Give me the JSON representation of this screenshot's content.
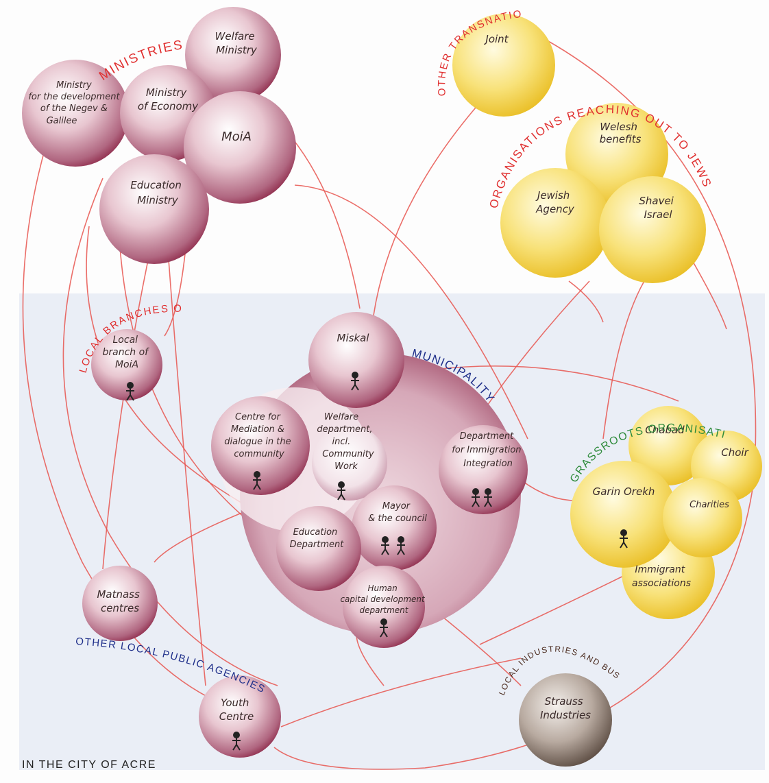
{
  "colors": {
    "maroon": "#8e2a4a",
    "yellow": "#f2d034",
    "brown": "#6a5a50",
    "link": "#e8554f",
    "city_fill": "#dde4f2"
  },
  "group_labels": {
    "ministries": "MINISTRIES",
    "transnational": "OTHER TRANSNATIONAL ORGANISATIONS",
    "reaching_out": "ORGANISATIONS REACHING OUT TO JEWS",
    "local_branches": "LOCAL BRANCHES OF MINISTRIES",
    "municipality": "MUNICIPALITY",
    "grassroots": "GRASSROOTS ORGANISATIONS",
    "other_local": "OTHER LOCAL PUBLIC AGENCIES",
    "industries": "LOCAL INDUSTRIES AND BUSNESS PARTNERS",
    "city": "IN THE CITY OF ACRE"
  },
  "nodes": {
    "ministry_negev": [
      "Ministry",
      "for the development",
      "of the Negev &",
      "Galilee"
    ],
    "ministry_economy": [
      "Ministry",
      "of Economy"
    ],
    "welfare_ministry": [
      "Welfare",
      "Ministry"
    ],
    "moia": [
      "MoiA"
    ],
    "education_ministry": [
      "Education",
      "Ministry"
    ],
    "joint": [
      "Joint"
    ],
    "welesh": [
      "Welesh",
      "benefits"
    ],
    "jewish_agency": [
      "Jewish",
      "Agency"
    ],
    "shavei_israel": [
      "Shavei",
      "Israel"
    ],
    "local_moia": [
      "Local",
      "branch of",
      "MoiA"
    ],
    "miskal": [
      "Miskal"
    ],
    "centre_mediation": [
      "Centre for",
      "Mediation &",
      "dialogue in the",
      "community"
    ],
    "welfare_dept": [
      "Welfare",
      "department,",
      "incl.",
      "Community",
      "Work"
    ],
    "dept_immigration": [
      "Department",
      "for Immigration",
      "Integration"
    ],
    "mayor": [
      "Mayor",
      "& the council"
    ],
    "education_dept": [
      "Education",
      "Department"
    ],
    "human_capital": [
      "Human",
      "capital development",
      "department"
    ],
    "chabad": [
      "Chabad"
    ],
    "choir": [
      "Choir"
    ],
    "garin_orekh": [
      "Garin Orekh"
    ],
    "charities": [
      "Charities"
    ],
    "immigrant_assoc": [
      "Immigrant",
      "associations"
    ],
    "matnass": [
      "Matnass",
      "centres"
    ],
    "youth_centre": [
      "Youth",
      "Centre"
    ],
    "strauss": [
      "Strauss",
      "Industries"
    ]
  }
}
